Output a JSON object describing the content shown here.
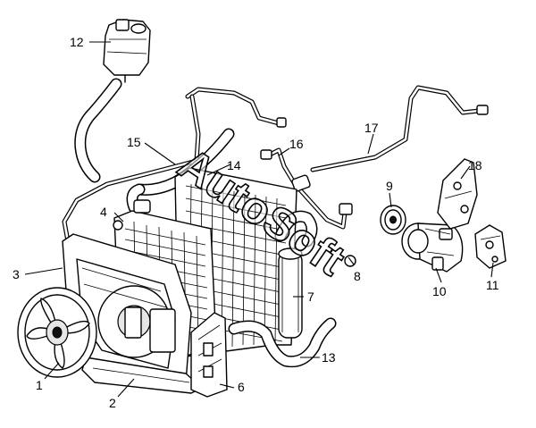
{
  "watermark": "AutoSoft",
  "callouts": [
    {
      "id": "1",
      "label": "1"
    },
    {
      "id": "2",
      "label": "2"
    },
    {
      "id": "3",
      "label": "3"
    },
    {
      "id": "4",
      "label": "4"
    },
    {
      "id": "6",
      "label": "6"
    },
    {
      "id": "7",
      "label": "7"
    },
    {
      "id": "8",
      "label": "8"
    },
    {
      "id": "9",
      "label": "9"
    },
    {
      "id": "10",
      "label": "10"
    },
    {
      "id": "11",
      "label": "11"
    },
    {
      "id": "12",
      "label": "12"
    },
    {
      "id": "13",
      "label": "13"
    },
    {
      "id": "14",
      "label": "14"
    },
    {
      "id": "15",
      "label": "15"
    },
    {
      "id": "16",
      "label": "16"
    },
    {
      "id": "17",
      "label": "17"
    },
    {
      "id": "18",
      "label": "18"
    }
  ]
}
